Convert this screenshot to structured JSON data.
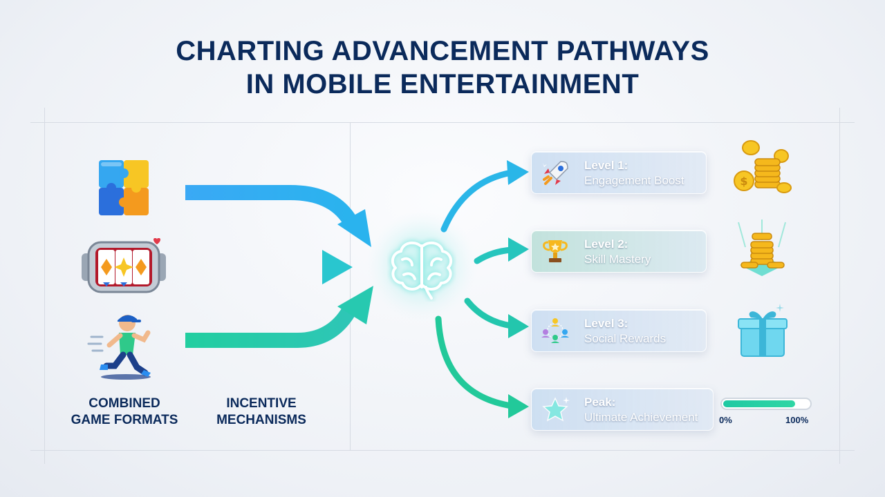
{
  "title": {
    "line1": "CHARTING ADVANCEMENT PATHWAYS",
    "line2": "IN MOBILE ENTERTAINMENT"
  },
  "columns": {
    "left": {
      "line1": "COMBINED",
      "line2": "GAME FORMATS"
    },
    "middle": {
      "line1": "INCENTIVE",
      "line2": "MECHANISMS"
    }
  },
  "game_icons": [
    "puzzle-icon",
    "slot-machine-icon",
    "runner-icon"
  ],
  "center_icon": "brain-icon",
  "levels": [
    {
      "title": "Level 1:",
      "subtitle": "Engagement Boost",
      "icon": "rocket-icon",
      "reward_icon": "coins-icon"
    },
    {
      "title": "Level 2:",
      "subtitle": "Skill Mastery",
      "icon": "trophy-icon",
      "reward_icon": "coin-stack-icon"
    },
    {
      "title": "Level 3:",
      "subtitle": "Social Rewards",
      "icon": "people-network-icon",
      "reward_icon": "gift-box-icon"
    },
    {
      "title": "Peak:",
      "subtitle": "Ultimate Achievement",
      "icon": "star-icon"
    }
  ],
  "progress": {
    "value": 0.84,
    "min_label": "0%",
    "max_label": "100%"
  },
  "colors": {
    "title": "#0b2a5b",
    "blue": "#2ea7f2",
    "teal": "#27c9c0",
    "green": "#22c99a"
  }
}
